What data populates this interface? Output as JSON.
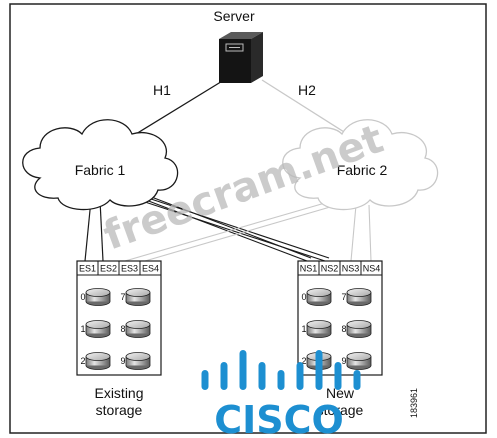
{
  "server": {
    "label": "Server"
  },
  "links": {
    "h1": "H1",
    "h2": "H2"
  },
  "fabric1": {
    "label": "Fabric 1"
  },
  "fabric2": {
    "label": "Fabric 2"
  },
  "existing": {
    "ports": [
      "ES1",
      "ES2",
      "ES3",
      "ES4"
    ],
    "disks": [
      "0",
      "1",
      "2",
      "7",
      "8",
      "9"
    ],
    "label_line1": "Existing",
    "label_line2": "storage"
  },
  "new": {
    "ports": [
      "NS1",
      "NS2",
      "NS3",
      "NS4"
    ],
    "disks": [
      "0",
      "1",
      "2",
      "7",
      "8",
      "9"
    ],
    "label_line1": "New",
    "label_line2": "storage"
  },
  "figure_id": "183961",
  "watermark": {
    "text": "freecram.net"
  },
  "logo": {
    "text": "CISCO"
  },
  "colors": {
    "line": "#1a1a1a",
    "faded": "#c8c8c8",
    "cisco_blue": "#1d8fd1",
    "watermark": "#b9b9b9"
  }
}
